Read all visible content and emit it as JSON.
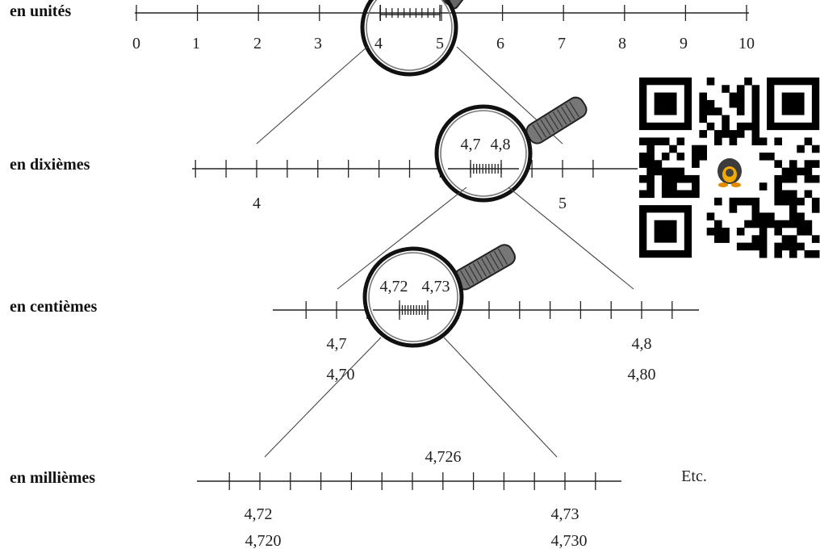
{
  "rows": [
    {
      "label": "en unités",
      "tick_labels": [
        "0",
        "1",
        "2",
        "3",
        "4",
        "5",
        "6",
        "7",
        "8",
        "9",
        "10"
      ],
      "lens_labels": []
    },
    {
      "label": "en dixièmes",
      "tick_labels": [
        "4",
        "5"
      ],
      "lens_labels": [
        "4,7",
        "4,8"
      ]
    },
    {
      "label": "en centièmes",
      "tick_labels": [
        "4,7",
        "4,70",
        "4,8",
        "4,80"
      ],
      "lens_labels": [
        "4,72",
        "4,73"
      ]
    },
    {
      "label": "en millièmes",
      "tick_labels": [
        "4,72",
        "4,720",
        "4,73",
        "4,730"
      ],
      "top_label": "4,726",
      "etc": "Etc."
    }
  ],
  "qr_code": {
    "icon": "qr-code-icon",
    "colors": {
      "dark": "#000000",
      "light": "#ffffff"
    }
  },
  "magnifier_icon": "magnifying-glass-icon"
}
